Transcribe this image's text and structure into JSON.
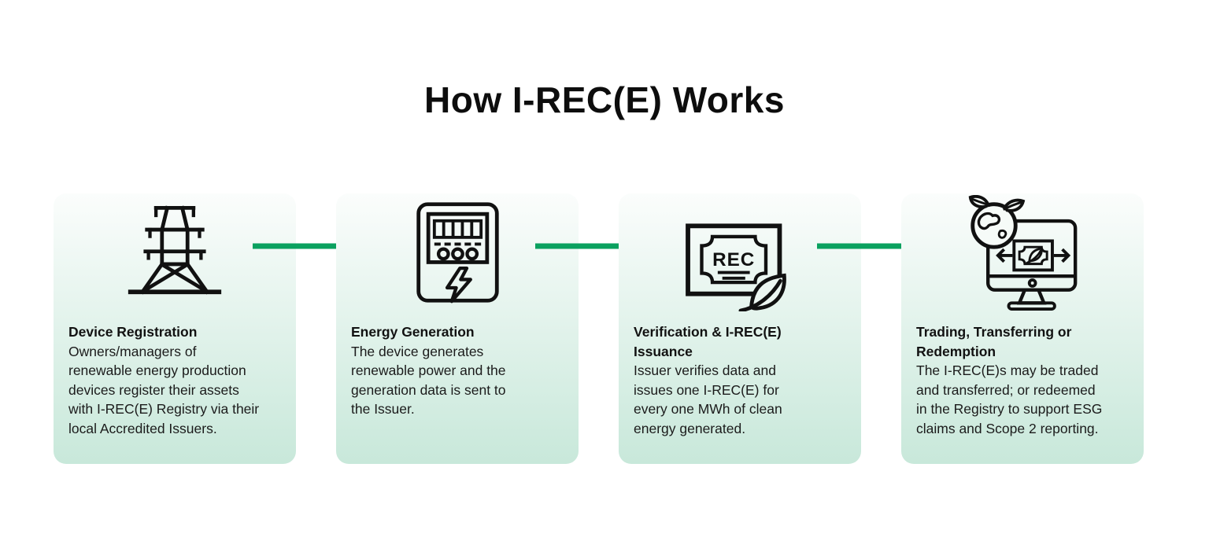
{
  "title": "How I-REC(E) Works",
  "colors": {
    "accent_green": "#0aa15f",
    "card_gradient_top": "#fbfdfc",
    "card_gradient_bottom": "#c8e8da",
    "icon_stroke": "#111111",
    "text": "#111111"
  },
  "steps": [
    {
      "icon": "transmission-tower-icon",
      "title": "Device Registration",
      "body": "Owners/managers of\nrenewable energy production\ndevices register their assets\nwith I-REC(E) Registry via their\nlocal Accredited Issuers."
    },
    {
      "icon": "energy-meter-icon",
      "title": "Energy Generation",
      "body": "The device generates\nrenewable power and the\ngeneration data is sent to\nthe Issuer."
    },
    {
      "icon": "rec-certificate-icon",
      "icon_label": "REC",
      "title": "Verification & I-REC(E)\nIssuance",
      "body": "Issuer verifies data and\nissues one I-REC(E) for\nevery one MWh of clean\nenergy generated."
    },
    {
      "icon": "monitor-trading-icon",
      "title": "Trading, Transferring or\nRedemption",
      "body": "The I-REC(E)s may be traded\nand transferred; or redeemed\nin the Registry to support ESG\nclaims and Scope 2 reporting."
    }
  ]
}
